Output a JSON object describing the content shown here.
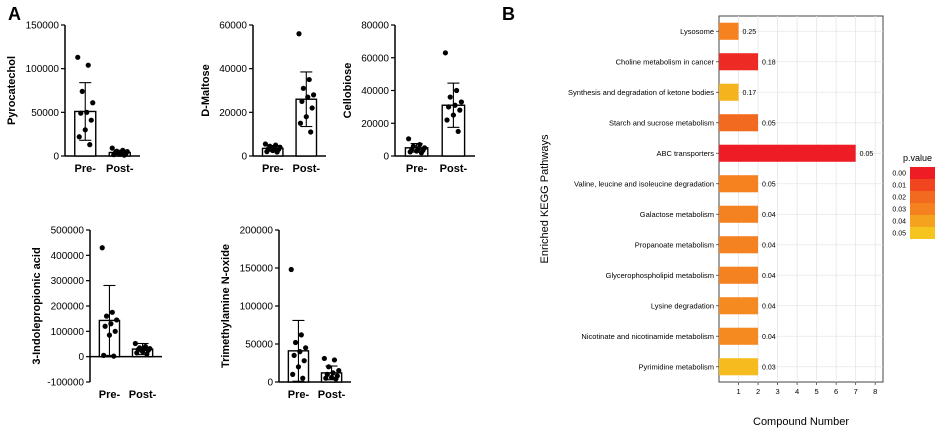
{
  "panels": {
    "a": "A",
    "b": "B"
  },
  "chart_data": [
    {
      "type": "bar",
      "ylabel": "Pyrocatechol",
      "categories": [
        "Pre-",
        "Post-"
      ],
      "values": [
        51000,
        4000
      ],
      "error": [
        33000,
        2500
      ],
      "points": [
        [
          113000,
          104000,
          74000,
          61000,
          50000,
          49000,
          41000,
          30000,
          22000,
          13000
        ],
        [
          9000,
          6500,
          5500,
          5000,
          4000,
          3500,
          2500,
          2000,
          1500,
          1000
        ]
      ],
      "ylim": [
        0,
        150000
      ],
      "yticks": [
        0,
        50000,
        100000,
        150000
      ],
      "ytick_labels": [
        "0",
        "50000",
        "100000",
        "150000"
      ]
    },
    {
      "type": "bar",
      "ylabel": "D-Maltose",
      "categories": [
        "Pre-",
        "Post-"
      ],
      "values": [
        3500,
        26000
      ],
      "error": [
        1300,
        12500
      ],
      "points": [
        [
          5500,
          5000,
          4500,
          4000,
          3500,
          3200,
          3000,
          2500,
          2000,
          1800
        ],
        [
          56000,
          35000,
          31000,
          28000,
          27000,
          25000,
          22000,
          18000,
          15000,
          11000
        ]
      ],
      "ylim": [
        0,
        60000
      ],
      "yticks": [
        0,
        20000,
        40000,
        60000
      ],
      "ytick_labels": [
        "0",
        "20000",
        "40000",
        "60000"
      ]
    },
    {
      "type": "bar",
      "ylabel": "Cellobiose",
      "categories": [
        "Pre-",
        "Post-"
      ],
      "values": [
        5000,
        31000
      ],
      "error": [
        2600,
        13500
      ],
      "points": [
        [
          10500,
          7000,
          6000,
          5000,
          4500,
          4000,
          3500,
          3000,
          2500,
          2000
        ],
        [
          63000,
          40000,
          36000,
          33000,
          31000,
          30000,
          28000,
          25000,
          22000,
          15000
        ]
      ],
      "ylim": [
        0,
        80000
      ],
      "yticks": [
        0,
        20000,
        40000,
        60000,
        80000
      ],
      "ytick_labels": [
        "0",
        "20000",
        "40000",
        "60000",
        "80000"
      ]
    },
    {
      "type": "bar",
      "ylabel": "3-Indolepropionic acid",
      "categories": [
        "Pre-",
        "Post-"
      ],
      "values": [
        143000,
        30000
      ],
      "error": [
        138000,
        22000
      ],
      "points": [
        [
          430000,
          175000,
          160000,
          145000,
          130000,
          120000,
          100000,
          85000,
          5000,
          2000
        ],
        [
          52000,
          40000,
          35000,
          32000,
          30000,
          28000,
          25000,
          20000,
          15000,
          10000
        ]
      ],
      "ylim": [
        -100000,
        500000
      ],
      "yticks": [
        -100000,
        0,
        100000,
        200000,
        300000,
        400000,
        500000
      ],
      "ytick_labels": [
        "-100000",
        "0",
        "100000",
        "200000",
        "300000",
        "400000",
        "500000"
      ]
    },
    {
      "type": "bar",
      "ylabel": "Trimethylamine N-oxide",
      "categories": [
        "Pre-",
        "Post-"
      ],
      "values": [
        41000,
        12000
      ],
      "error": [
        40000,
        9000
      ],
      "points": [
        [
          148000,
          62000,
          52000,
          45000,
          40000,
          35000,
          28000,
          20000,
          10000,
          5000
        ],
        [
          31000,
          29000,
          20000,
          15000,
          12000,
          10000,
          8000,
          6000,
          5000,
          4000
        ]
      ],
      "ylim": [
        0,
        200000
      ],
      "yticks": [
        0,
        50000,
        100000,
        150000,
        200000
      ],
      "ytick_labels": [
        "0",
        "50000",
        "100000",
        "150000",
        "200000"
      ]
    },
    {
      "type": "bar",
      "orientation": "horizontal",
      "ylabel": "Enriched KEGG Pathways",
      "xlabel": "Compound Number",
      "categories": [
        "Lysosome",
        "Choline metabolism in cancer",
        "Synthesis and degradation of ketone bodies",
        "Starch and sucrose metabolism",
        "ABC transporters",
        "Valine, leucine and isoleucine degradation",
        "Galactose metabolism",
        "Propanoate metabolism",
        "Glycerophospholipid metabolism",
        "Lysine degradation",
        "Nicotinate and nicotinamide metabolism",
        "Pyrimidine metabolism"
      ],
      "values": [
        1,
        2,
        1,
        2,
        7,
        2,
        2,
        2,
        2,
        2,
        2,
        2
      ],
      "labels": [
        "0.25",
        "0.18",
        "0.17",
        "0.05",
        "0.05",
        "0.05",
        "0.04",
        "0.04",
        "0.04",
        "0.04",
        "0.04",
        "0.03"
      ],
      "bar_colors": [
        "#f5821f",
        "#ee2a24",
        "#f5b31e",
        "#f26a1f",
        "#ee1c25",
        "#f5821f",
        "#f58220",
        "#f58220",
        "#f58220",
        "#f58a20",
        "#f58a20",
        "#f5bb1f"
      ],
      "xlim": [
        0,
        8.4
      ],
      "xticks": [
        1,
        2,
        3,
        4,
        5,
        6,
        7,
        8
      ],
      "grid": true,
      "legend": {
        "title": "p.value",
        "labels": [
          "0.00",
          "0.01",
          "0.02",
          "0.03",
          "0.04",
          "0.05"
        ],
        "colors": [
          "#ee1c25",
          "#f1451f",
          "#f26a1f",
          "#f5821f",
          "#f5a21f",
          "#f5c41f"
        ],
        "placement": "right"
      }
    }
  ]
}
